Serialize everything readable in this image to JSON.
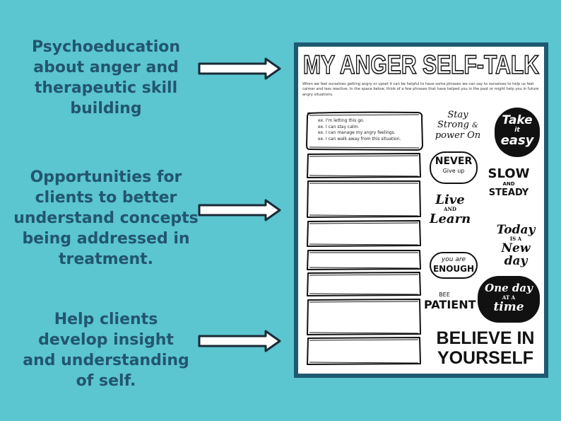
{
  "captions": [
    {
      "lines": [
        "Psychoeducation",
        "about anger and",
        "therapeutic skill",
        "building"
      ]
    },
    {
      "lines": [
        "Opportunities for",
        "clients to better",
        "understand concepts",
        "being addressed in",
        "treatment."
      ]
    },
    {
      "lines": [
        "Help clients",
        "develop insight",
        "and understanding",
        "of self."
      ]
    }
  ],
  "worksheet": {
    "title": "MY ANGER SELF-TALK",
    "intro": "When we feel ourselves getting angry or upset it can be helpful to have some phrases we can say to ourselves to help us feel calmer and less reactive. In the space below, think of a few phrases that have helped you in the past or might help you in future angry situations.",
    "examples": [
      "ex. I'm letting this go.",
      "ex. I can stay calm.",
      "ex. I can manage my angry feelings.",
      "ex. I can walk away from this situation."
    ]
  },
  "stickers": {
    "stay_strong": [
      "Stay",
      "Strong",
      "&",
      "power On"
    ],
    "take_it_easy": [
      "Take",
      "it",
      "easy"
    ],
    "never_give_up": [
      "NEVER",
      "Give up"
    ],
    "slow_and_steady": [
      "SLOW",
      "AND",
      "STEADY"
    ],
    "live_and_learn": [
      "Live",
      "AND",
      "Learn"
    ],
    "today_is_a_new_day": [
      "Today",
      "IS A",
      "New day"
    ],
    "you_are_enough": [
      "you are",
      "ENOUGH"
    ],
    "bee_patient": [
      "BEE",
      "PATIENT"
    ],
    "one_day_at_a_time": [
      "One day",
      "AT A",
      "time"
    ],
    "believe_in_yourself": [
      "BELIEVE IN",
      "YOURSELF"
    ]
  },
  "colors": {
    "background": "#5bc5d0",
    "caption_text": "#22566e",
    "sheet_border": "#1d5a72"
  }
}
